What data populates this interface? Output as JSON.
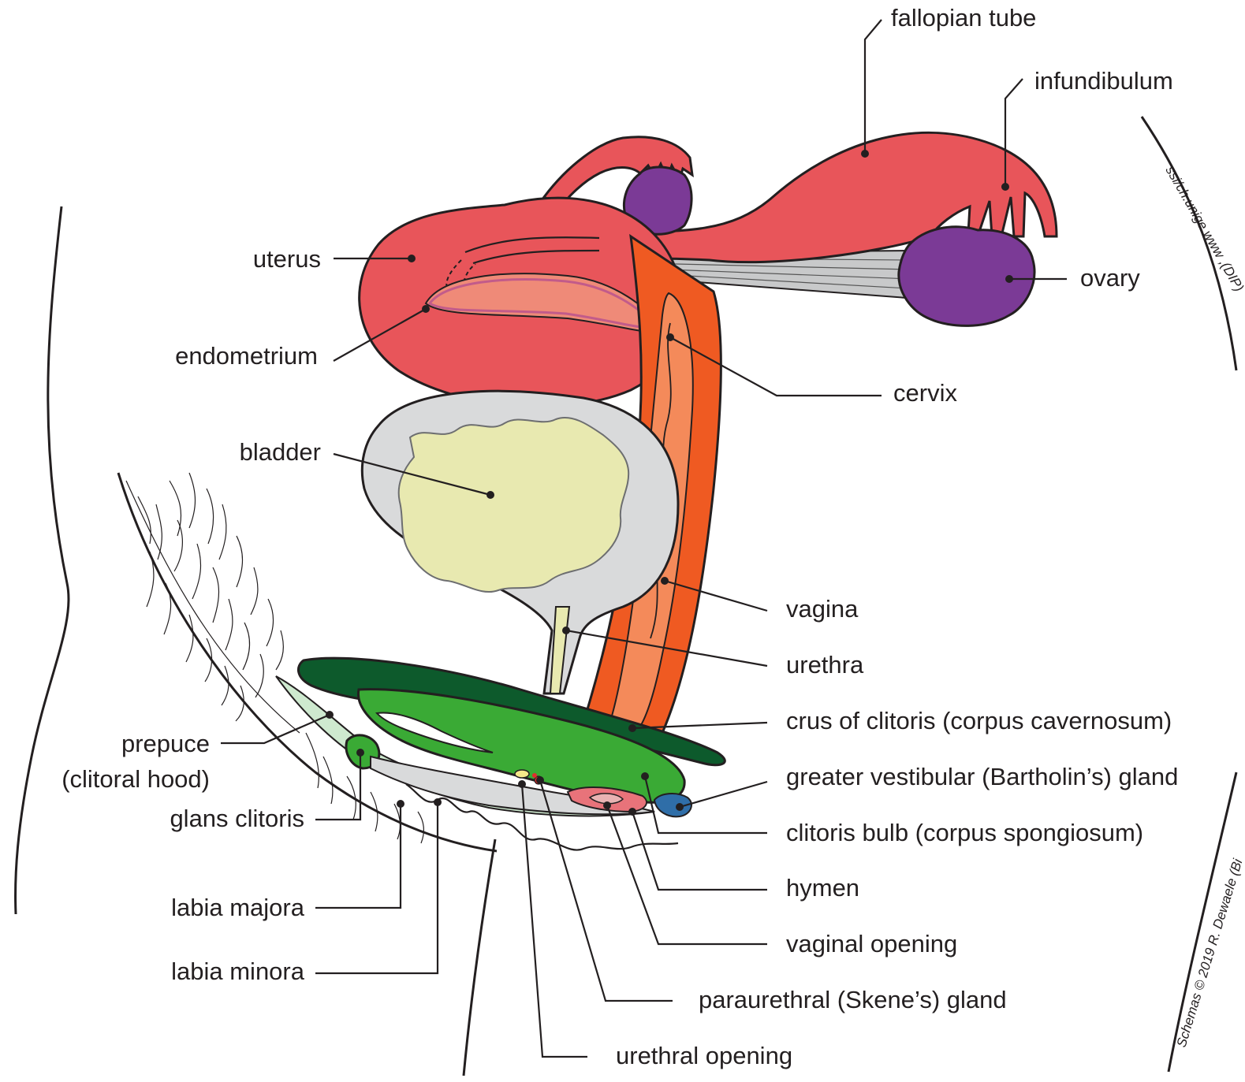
{
  "diagram": {
    "labels": {
      "fallopian_tube": "fallopian tube",
      "infundibulum": "infundibulum",
      "ovary": "ovary",
      "uterus": "uterus",
      "endometrium": "endometrium",
      "cervix": "cervix",
      "bladder": "bladder",
      "vagina": "vagina",
      "urethra": "urethra",
      "crus": "crus of clitoris (corpus cavernosum)",
      "bartholin": "greater vestibular (Bartholin’s) gland",
      "bulb": "clitoris bulb (corpus spongiosum)",
      "hymen": "hymen",
      "vaginal_opening": "vaginal opening",
      "skene": "paraurethral (Skene’s) gland",
      "urethral_opening": "urethral opening",
      "prepuce_line1": "prepuce",
      "prepuce_line2": "(clitoral hood)",
      "glans": "glans clitoris",
      "labia_majora": "labia majora",
      "labia_minora": "labia minora"
    },
    "credit_top": "ssi/ch.unige.www ,(DIP)",
    "credit_bottom": "Schemas © 2019 R. Dewaele (Bi",
    "colors": {
      "uterus": "#e8555a",
      "endometrium": "#ef8a78",
      "ovary": "#7b3a96",
      "vagina_outer": "#ef5a22",
      "vagina_inner": "#f48a5a",
      "bladder_wall": "#d9dadb",
      "bladder_urine": "#e8e9b0",
      "clitoris_dark": "#0d5a2c",
      "clitoris_mid": "#3aaa35",
      "clitoris_light": "#b9e0bb",
      "bartholin_gland": "#2f6ea8",
      "ligament": "#c8c9ca"
    }
  }
}
